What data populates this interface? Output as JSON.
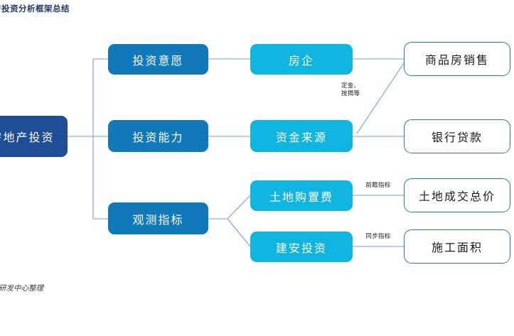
{
  "header": {
    "title": "房地产投资分析框架总结"
  },
  "footer": {
    "source": "信达证券研发中心整理"
  },
  "diagram": {
    "type": "tree-flowchart",
    "colors": {
      "level0": "#1F4E96",
      "level1": "#1179B8",
      "level2": "#0FB5DE",
      "outcome_border": "#2E75B6",
      "outcome_fill": "#FFFFFF",
      "connector": "#7A9CD6",
      "title_color": "#1F3864"
    },
    "nodes": [
      {
        "id": "root",
        "label": "房地产投资",
        "level": 0
      },
      {
        "id": "will",
        "label": "投资意愿",
        "level": 1
      },
      {
        "id": "ability",
        "label": "投资能力",
        "level": 1
      },
      {
        "id": "indicator",
        "label": "观测指标",
        "level": 1
      },
      {
        "id": "developer",
        "label": "房企",
        "level": 2
      },
      {
        "id": "funding",
        "label": "资金来源",
        "level": 2
      },
      {
        "id": "landcost",
        "label": "土地购置费",
        "level": 2
      },
      {
        "id": "construct",
        "label": "建安投资",
        "level": 2
      },
      {
        "id": "sales",
        "label": "商品房销售",
        "level": 3
      },
      {
        "id": "bankloan",
        "label": "银行贷款",
        "level": 3
      },
      {
        "id": "landprice",
        "label": "土地成交总价",
        "level": 3
      },
      {
        "id": "area",
        "label": "施工面积",
        "level": 3
      }
    ],
    "edge_labels": [
      {
        "id": "deposit",
        "line1": "定金、",
        "line2": "按揭等"
      },
      {
        "id": "leading",
        "text": "前瞻指标"
      },
      {
        "id": "coincident",
        "text": "同步指标"
      }
    ]
  }
}
